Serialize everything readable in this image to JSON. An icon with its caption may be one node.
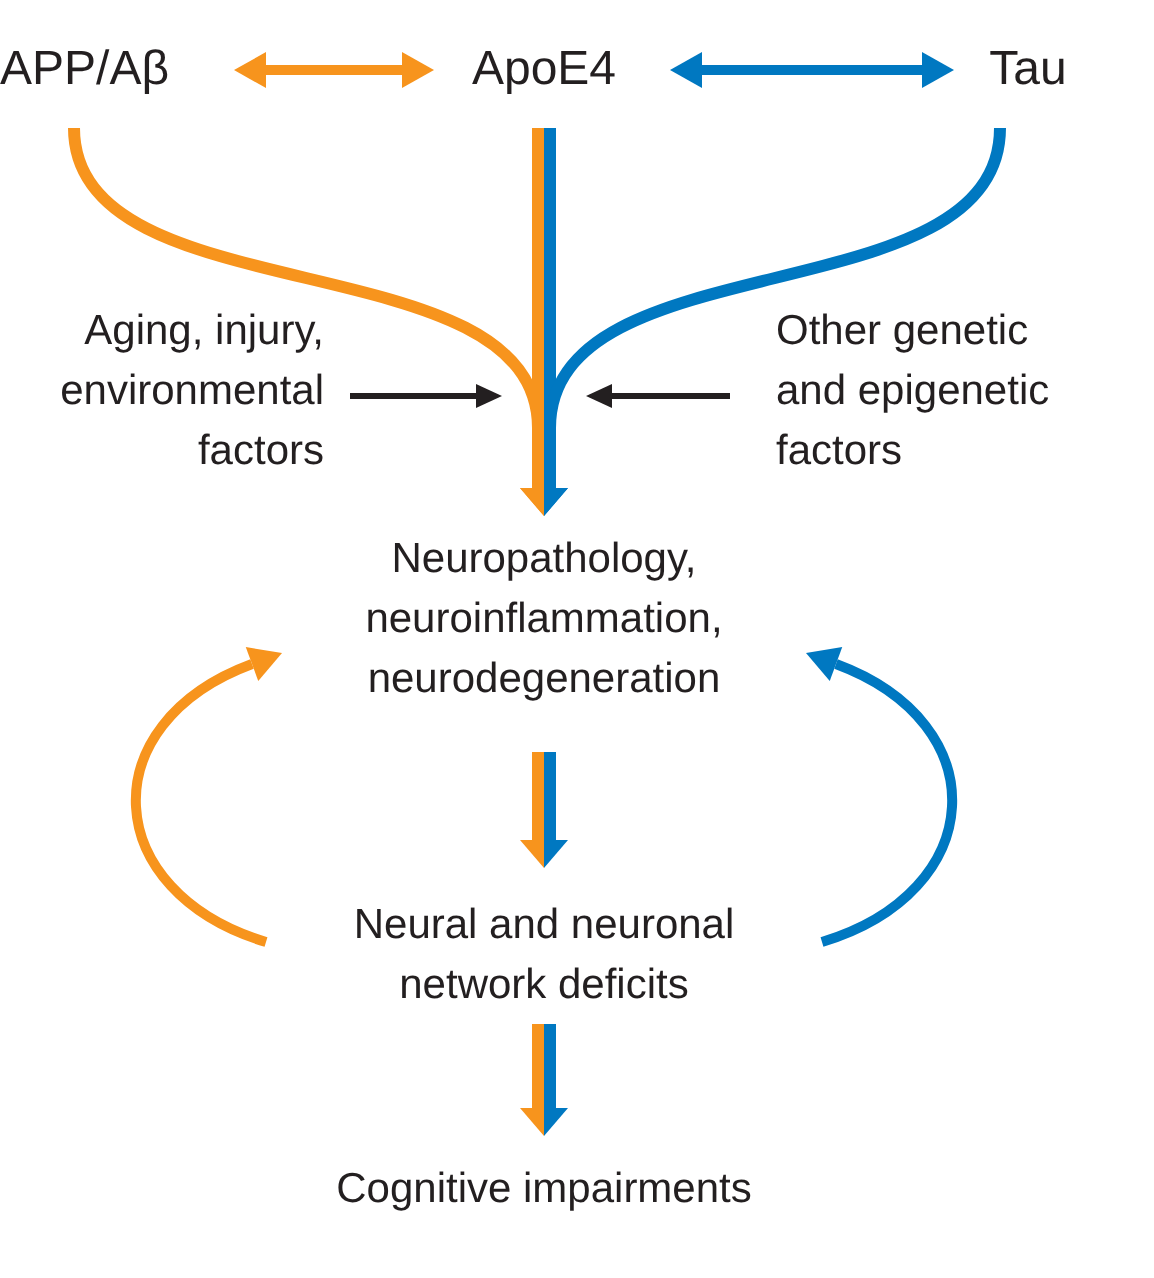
{
  "diagram": {
    "nodes": [
      {
        "text": [
          "APP/Aβ"
        ]
      },
      {
        "text": [
          "ApoE4"
        ]
      },
      {
        "text": [
          "Tau"
        ]
      },
      {
        "text": [
          "Aging, injury, environmental factors"
        ]
      },
      {
        "text": [
          "Other genetic and epigenetic factors"
        ]
      },
      {
        "text": [
          "Neuropathology, neuroinflammation, neurodegeneration"
        ]
      },
      {
        "text": [
          "Neural and neuronal network deficits"
        ]
      },
      {
        "text": [
          "Cognitive impairments"
        ]
      }
    ],
    "edges": [
      {
        "from": 0,
        "to": 1,
        "arrow": "both",
        "color": "#f7941d"
      },
      {
        "from": 1,
        "to": 2,
        "arrow": "both",
        "color": "#0078c1"
      },
      {
        "from": 0,
        "to": 5,
        "arrow": "to",
        "color": "#f7941d"
      },
      {
        "from": 1,
        "to": 5,
        "arrow": "to",
        "color": "#f7941d"
      },
      {
        "from": 1,
        "to": 5,
        "arrow": "to",
        "color": "#0078c1"
      },
      {
        "from": 2,
        "to": 5,
        "arrow": "to",
        "color": "#0078c1"
      },
      {
        "from": 3,
        "to": 5,
        "arrow": "to",
        "color": "#231f20"
      },
      {
        "from": 4,
        "to": 5,
        "arrow": "to",
        "color": "#231f20"
      },
      {
        "from": 5,
        "to": 6,
        "arrow": "to",
        "color": "#f7941d"
      },
      {
        "from": 5,
        "to": 6,
        "arrow": "to",
        "color": "#0078c1"
      },
      {
        "from": 6,
        "to": 7,
        "arrow": "to",
        "color": "#f7941d"
      },
      {
        "from": 6,
        "to": 7,
        "arrow": "to",
        "color": "#0078c1"
      },
      {
        "from": 6,
        "to": 5,
        "arrow": "to",
        "color": "#f7941d"
      },
      {
        "from": 6,
        "to": 5,
        "arrow": "to",
        "color": "#0078c1"
      }
    ]
  }
}
